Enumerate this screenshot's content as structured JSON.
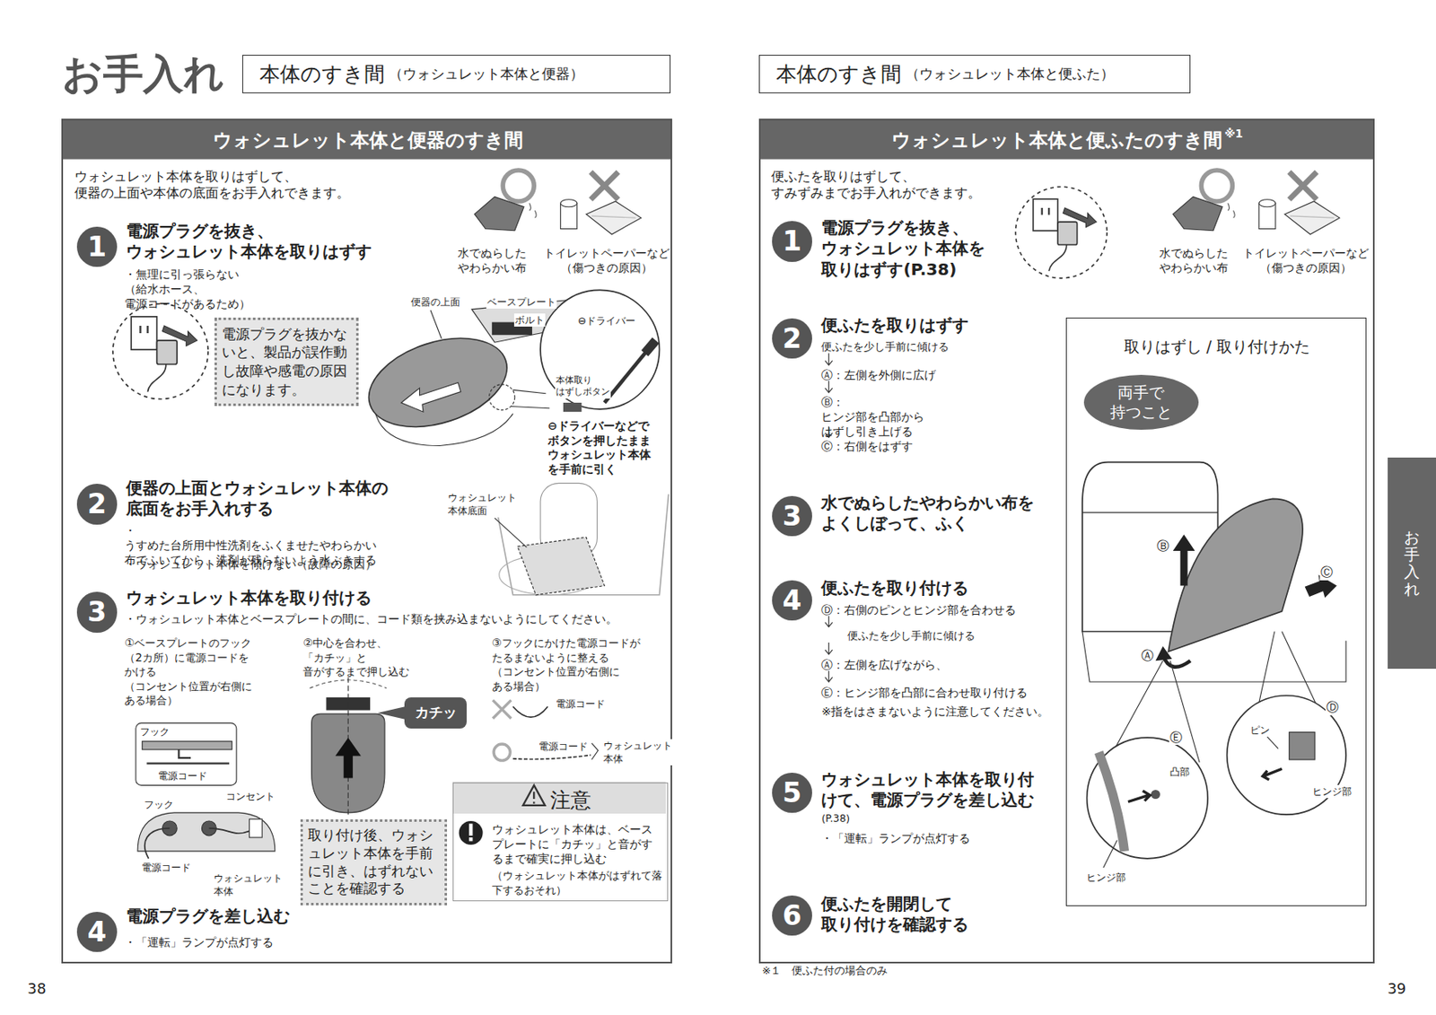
{
  "diagram": {
    "title": "お手入れ",
    "nodes": [
      {
        "text": [
          "本体のすき間",
          "（ウォシュレット本体と便器）"
        ]
      },
      {
        "text": [
          "本体のすき間",
          "（ウォシュレット本体と便ふた）"
        ]
      },
      {
        "text": [
          "ウォシュレット本体と便器のすき間",
          "ウォシュレット本体を取りはずして、 便器の上面や本体の底面をお手入れできます。"
        ]
      },
      {
        "text": [
          "1"
        ],
        "in": 2
      },
      {
        "text": [
          "電源プラグを抜かないと、製品が誤作動し故障や感電の原因になります。"
        ],
        "in": 2
      },
      {
        "text": [
          "2"
        ],
        "in": 2
      },
      {
        "text": [
          "3"
        ],
        "in": 2
      },
      {
        "text": [
          "カチッ"
        ],
        "in": 2
      },
      {
        "text": [
          "取り付け後、ウォシュレット本体を手前に引き、はずれないことを確認する"
        ],
        "in": 2
      },
      {
        "text": [
          "注意",
          "ウォシュレット本体は、ベースプレートに「カチッ」と音がするまで確実に押し込む",
          "（ウォシュレット本体がはずれて落下するおそれ）"
        ],
        "in": 2
      },
      {
        "text": [
          "4"
        ],
        "in": 2
      },
      {
        "text": [
          "ウォシュレット本体と便ふたのすき間",
          "※1",
          "便ふたを取りはずして、 すみずみまでお手入れができます。"
        ]
      },
      {
        "text": [
          "1"
        ],
        "in": 11
      },
      {
        "text": [
          "2"
        ],
        "in": 11
      },
      {
        "text": [
          "3"
        ],
        "in": 11
      },
      {
        "text": [
          "4"
        ],
        "in": 11
      },
      {
        "text": [
          "5"
        ],
        "in": 11
      },
      {
        "text": [
          "6"
        ],
        "in": 11
      },
      {
        "text": [
          "取りはずし / 取り付けかた"
        ],
        "in": 11
      },
      {
        "text": [
          "両手で 持つこと"
        ],
        "in": 18
      },
      {
        "text": [
          "お手入れ"
        ]
      }
    ],
    "labels": [
      "水でぬらした やわらかい布",
      "トイレットペーパーなど （傷つきの原因）",
      "電源プラグを抜き、 ウォシュレット本体を取りはずす",
      "・無理に引っ張らない （給水ホース、電源コードがあるため）",
      "便器の上面",
      "ベースプレート",
      "ボルト",
      "⊖ドライバー",
      "本体取り はずしボタン",
      "⊖ドライバーなどで ボタンを押したまま ウォシュレット本体 を手前に引く",
      "便器の上面とウォシュレット本体の 底面をお手入れする",
      "・うすめた台所用中性洗剤をふくませたやわらかい 布でふいてから、洗剤が残らないよう水ぶきする",
      "・ウォシュレット本体を傾けない（故障の原因）",
      "ウォシュレット 本体底面",
      "ウォシュレット本体を取り付ける",
      "・ウォシュレット本体とベースプレートの間に、コード類を挟み込まないようにしてください。",
      "①ベースプレートのフック （2カ所）に電源コードを かける （コンセント位置が右側に ある場合）",
      "②中心を合わせ、「カチッ」と 音がするまで押し込む",
      "③フックにかけた電源コードが たるまないように整える （コンセント位置が右側に ある場合）",
      "電源コード",
      "電源コード",
      "ウォシュレット 本体",
      "フック",
      "電源コード",
      "フック",
      "コンセント",
      "電源コード",
      "ウォシュレット 本体",
      "電源プラグを差し込む",
      "・「運転」ランプが点灯する",
      "38",
      "水でぬらした やわらかい布",
      "トイレットペーパーなど （傷つきの原因）",
      "電源プラグを抜き、 ウォシュレット本体を 取りはずす(P.38)",
      "便ふたを取りはずす",
      "便ふたを少し手前に傾ける",
      "Ⓐ：左側を外側に広げ",
      "Ⓑ：ヒンジ部を凸部から はずし引き上げる",
      "Ⓒ：右側をはずす",
      "水でぬらしたやわらかい布を よくしぼって、ふく",
      "便ふたを取り付ける",
      "Ⓓ：右側のピンとヒンジ部を合わせる",
      "便ふたを少し手前に傾ける",
      "Ⓐ：左側を広げながら、",
      "Ⓔ：ヒンジ部を凸部に合わせ取り付ける",
      "※指をはさまないように注意してください。",
      "ウォシュレット本体を取り付けて、電源プラグを差し込む",
      "(P.38)",
      "・「運転」ランプが点灯する",
      "便ふたを開閉して 取り付けを確認する",
      "Ⓑ",
      "Ⓒ",
      "Ⓐ",
      "Ⓓ",
      "Ⓔ",
      "凸部",
      "ピン",
      "ヒンジ部",
      "ヒンジ部",
      "※１　便ふた付の場合のみ",
      "39"
    ]
  }
}
